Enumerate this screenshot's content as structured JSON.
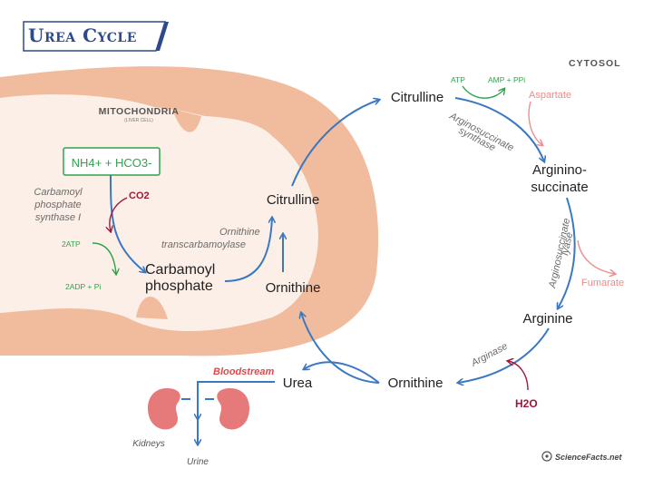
{
  "title": "Urea Cycle",
  "cytosol_label": "CYTOSOL",
  "mitochondria": {
    "label": "MITOCHONDRIA",
    "sublabel": "(LIVER CELL)"
  },
  "molecules": {
    "nh4_hco3": "NH4+ + HCO3-",
    "co2": "CO2",
    "atp_2": "2ATP",
    "adp_pi": "2ADP + Pi",
    "carbamoyl_line1": "Carbamoyl",
    "carbamoyl_line2": "phosphate",
    "citrulline_mito": "Citrulline",
    "ornithine_mito": "Ornithine",
    "citrulline_cyto": "Citrulline",
    "atp": "ATP",
    "amp_ppi": "AMP + PPi",
    "aspartate": "Aspartate",
    "argininosuccinate_line1": "Arginino-",
    "argininosuccinate_line2": "succinate",
    "fumarate": "Fumarate",
    "arginine": "Arginine",
    "h2o": "H2O",
    "ornithine_cyto": "Ornithine",
    "urea": "Urea"
  },
  "enzymes": {
    "cps1_line1": "Carbamoyl",
    "cps1_line2": "phosphate",
    "cps1_line3": "synthase I",
    "otc_line1": "Ornithine",
    "otc_line2": "transcarbamoylase",
    "ass_line1": "Arginosuccinate",
    "ass_line2": "synthase",
    "asl_line1": "Arginosuccinate",
    "asl_line2": "lyase",
    "arginase": "Arginase"
  },
  "excretion": {
    "bloodstream": "Bloodstream",
    "kidneys": "Kidneys",
    "urine": "Urine"
  },
  "watermark": "ScienceFacts.net",
  "colors": {
    "title": "#2f4a8a",
    "mito_outer": "#f1bc9d",
    "mito_inner": "#fcefe7",
    "arrow": "#3a78c2",
    "green": "#2fa34a",
    "red_text": "#e04a4a",
    "pink": "#ee8c8c",
    "maroon": "#a0163a",
    "enzyme": "#6b6b6b",
    "kidney": "#e67a7a"
  }
}
